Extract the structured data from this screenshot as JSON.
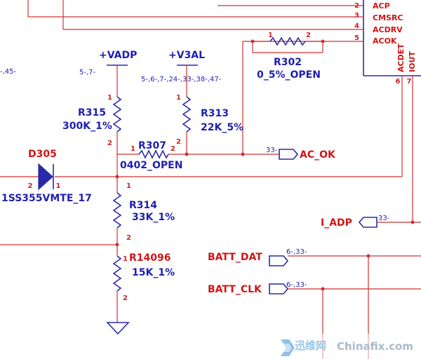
{
  "ic_pins": [
    {
      "num": "2",
      "name": "ACP"
    },
    {
      "num": "3",
      "name": "CMSRC"
    },
    {
      "num": "4",
      "name": "ACDRV"
    },
    {
      "num": "5",
      "name": "ACOK"
    }
  ],
  "ic_bottom_pins": [
    {
      "num": "6",
      "name": "ACDET"
    },
    {
      "num": "7",
      "name": "IOUT"
    }
  ],
  "power": {
    "vadp": {
      "label": "+VADP",
      "ref": "5-,7-"
    },
    "v3al": {
      "label": "+V3AL",
      "ref": "5-,6-,7-,24-,33-,38-,47-"
    }
  },
  "left_ref": "-,45-",
  "components": {
    "r302": {
      "name": "R302",
      "value": "0_5%_OPEN",
      "pin1": "1",
      "pin2": "2"
    },
    "r315": {
      "name": "R315",
      "value": "300K_1%",
      "pin1": "1",
      "pin2": "2"
    },
    "r313": {
      "name": "R313",
      "value": "22K_5%",
      "pin1": "1",
      "pin2": "2"
    },
    "r307": {
      "name": "R307",
      "value": "0402_OPEN",
      "pin1": "1",
      "pin2": "2"
    },
    "r314": {
      "name": "R314",
      "value": "33K_1%",
      "pin1": "1",
      "pin2": "2"
    },
    "r14096": {
      "name": "R14096",
      "value": "15K_1%",
      "pin1": "1",
      "pin2": "2"
    },
    "d305": {
      "name": "D305",
      "value": "1SS355VMTE_17",
      "pin1": "1",
      "pin2": "2"
    }
  },
  "nets": {
    "ac_ok": {
      "label": "AC_OK",
      "ref": "33-"
    },
    "i_adp": {
      "label": "I_ADP",
      "ref": "33-"
    },
    "batt_dat": {
      "label": "BATT_DAT",
      "ref": "6-,33-"
    },
    "batt_clk": {
      "label": "BATT_CLK",
      "ref": "6-,33-"
    }
  },
  "watermark": {
    "text1": "迅维网",
    "text2": "Chinafix.com"
  },
  "colors": {
    "wire": "#cc3333",
    "part": "#2a2aa8",
    "label": "#d01616"
  }
}
